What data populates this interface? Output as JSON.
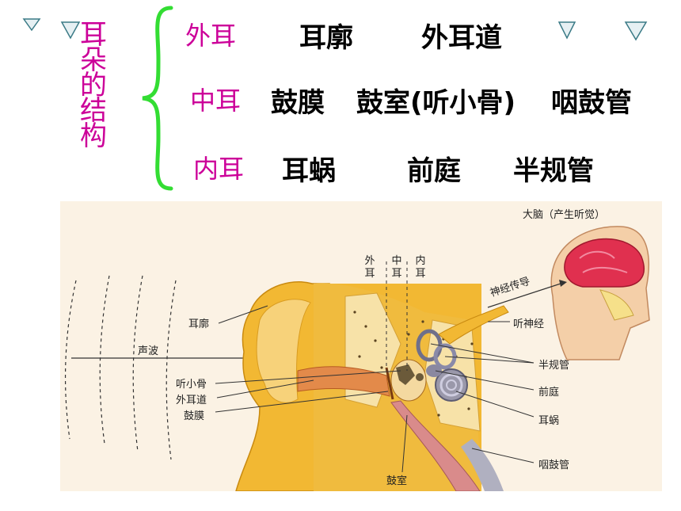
{
  "title_chars": [
    "耳",
    "朵",
    "的",
    "结",
    "构"
  ],
  "categories": [
    {
      "label": "外耳",
      "parts": [
        "耳廓",
        "外耳道"
      ]
    },
    {
      "label": "中耳",
      "parts": [
        "鼓膜",
        "鼓室(听小骨)",
        "咽鼓管"
      ]
    },
    {
      "label": "内耳",
      "parts": [
        "耳蜗",
        "前庭",
        "半规管"
      ]
    }
  ],
  "diagram": {
    "region_labels": {
      "outer": [
        "外",
        "耳"
      ],
      "middle": [
        "中",
        "耳"
      ],
      "inner": [
        "内",
        "耳"
      ]
    },
    "labels": {
      "brain": "大脑（产生听觉）",
      "nerve_conduction": "神经传导",
      "auditory_nerve": "听神经",
      "auricle": "耳廓",
      "sound_wave": "声波",
      "ossicles": "听小骨",
      "ear_canal": "外耳道",
      "eardrum": "鼓膜",
      "semicircular_canals": "半规管",
      "vestibule": "前庭",
      "cochlea": "耳蜗",
      "eustachian_tube": "咽鼓管",
      "tympanic_cavity": "鼓室"
    }
  },
  "colors": {
    "title": "#cc0099",
    "brace": "#33dd33",
    "triangle": "#3a7a86",
    "figure_bg": "#fbf2e4",
    "ear_skin": "#f2b833",
    "brain": "#e0304f"
  }
}
